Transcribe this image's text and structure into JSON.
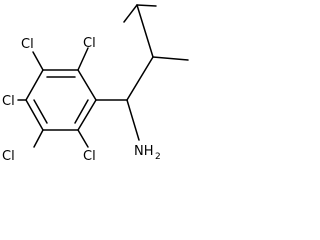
{
  "molecule": {
    "atom_labels": {
      "cl_top_left": "Cl",
      "cl_top_right": "Cl",
      "cl_mid_left": "Cl",
      "cl_bottom_left": "Cl",
      "cl_bottom_right": "Cl",
      "amine": "NH",
      "amine_subscript": "2"
    }
  }
}
